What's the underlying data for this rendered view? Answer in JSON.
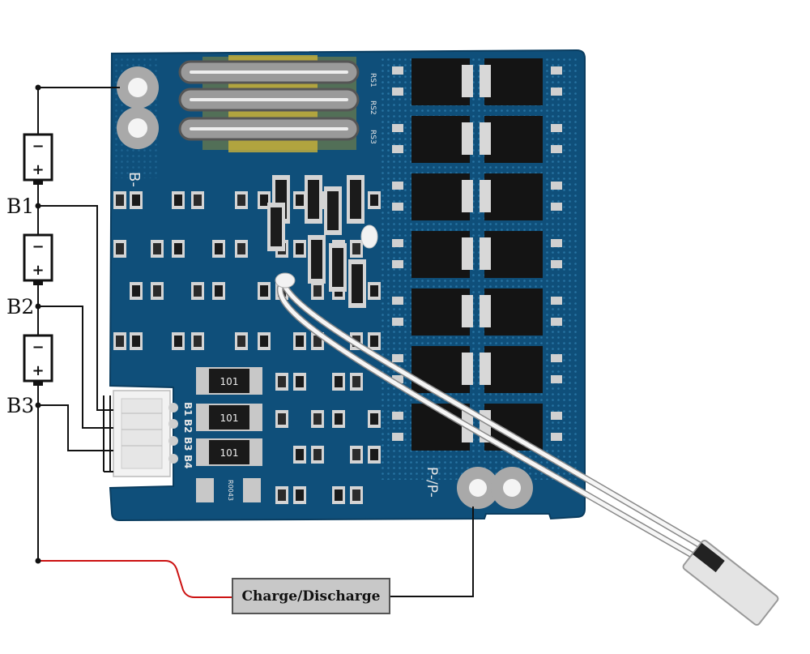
{
  "labels": {
    "b1": "B1",
    "b2": "B2",
    "b3": "B3",
    "b_minus": "B-",
    "p_minus": "P-/P-",
    "charge_discharge": "Charge/Discharge"
  },
  "connector_pins": [
    "B1",
    "B2",
    "B3",
    "B4"
  ],
  "shunt_labels": [
    "RS1",
    "RS2",
    "RS3"
  ],
  "resistor_markings": [
    "101",
    "101",
    "101"
  ],
  "small_marking": "R0043",
  "battery_symbols": {
    "minus": "−",
    "plus": "+"
  },
  "colors": {
    "pcb": "#0f4f7a",
    "pcb_edge": "#0a3d60",
    "pad": "#a9a9a9",
    "wire": "#111111",
    "charge_wire": "#cc1111",
    "box_fill": "#c8c8c8"
  }
}
